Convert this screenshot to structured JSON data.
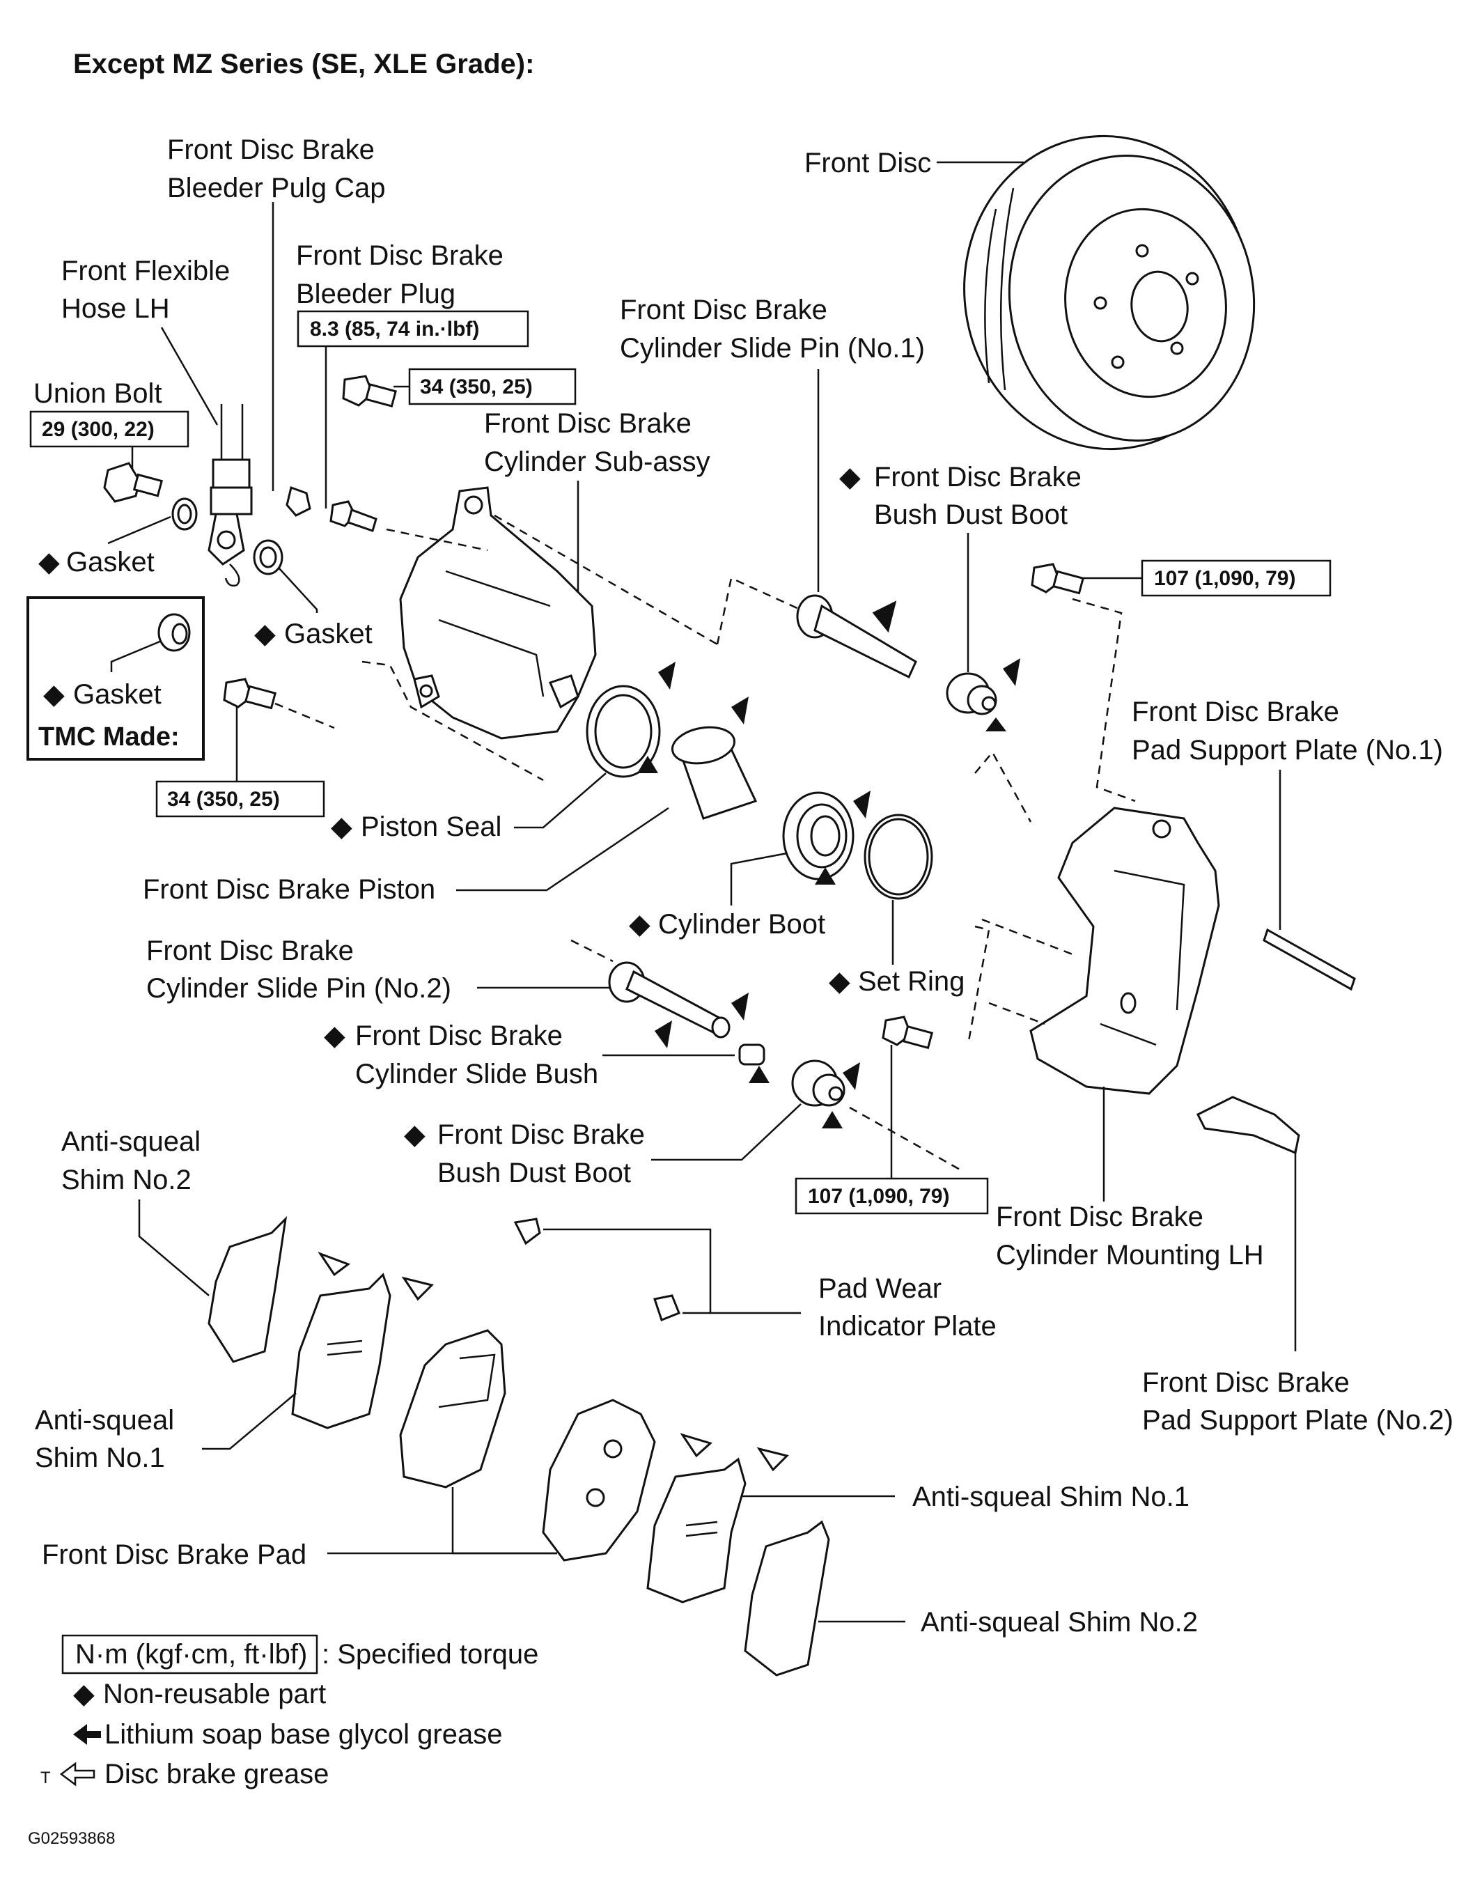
{
  "title": "Except MZ Series (SE, XLE Grade):",
  "figure_id": "G02593868",
  "labels": {
    "bleeder_cap": [
      "Front Disc Brake",
      "Bleeder Pulg Cap"
    ],
    "flex_hose": [
      "Front Flexible",
      "Hose LH"
    ],
    "bleeder_plug": [
      "Front Disc Brake",
      "Bleeder Plug"
    ],
    "union_bolt": "Union Bolt",
    "gasket_1": "Gasket",
    "gasket_2": "Gasket",
    "gasket_tmc": "Gasket",
    "tmc_made": "TMC Made:",
    "cylinder_sub": [
      "Front Disc Brake",
      "Cylinder Sub-assy"
    ],
    "front_disc": "Front Disc",
    "slide_pin_1": [
      "Front Disc Brake",
      "Cylinder Slide Pin (No.1)"
    ],
    "bush_boot_1": [
      "Front Disc Brake",
      "Bush Dust Boot"
    ],
    "pad_support_1": [
      "Front Disc Brake",
      "Pad Support Plate (No.1)"
    ],
    "piston_seal": "Piston Seal",
    "piston": "Front Disc Brake Piston",
    "cylinder_boot": "Cylinder Boot",
    "slide_pin_2": [
      "Front Disc Brake",
      "Cylinder Slide Pin (No.2)"
    ],
    "set_ring": "Set Ring",
    "slide_bush": [
      "Front Disc Brake",
      "Cylinder Slide Bush"
    ],
    "bush_boot_2": [
      "Front Disc Brake",
      "Bush Dust Boot"
    ],
    "mounting": [
      "Front Disc Brake",
      "Cylinder Mounting LH"
    ],
    "shim2_left": [
      "Anti-squeal",
      "Shim No.2"
    ],
    "shim1_left": [
      "Anti-squeal",
      "Shim No.1"
    ],
    "pad_wear": [
      "Pad Wear",
      "Indicator Plate"
    ],
    "pad_support_2": [
      "Front Disc Brake",
      "Pad Support Plate (No.2)"
    ],
    "shim1_right": "Anti-squeal Shim No.1",
    "brake_pad": "Front Disc Brake Pad",
    "shim2_right": "Anti-squeal Shim No.2"
  },
  "torques": {
    "bleeder_plug": "8.3 (85, 74 in.·lbf)",
    "union_bolt": "29 (300, 22)",
    "bolt_top": "34 (350, 25)",
    "bolt_left": "34 (350, 25)",
    "mount_top": "107 (1,090, 79)",
    "mount_bottom": "107 (1,090, 79)"
  },
  "legend": {
    "torque_unit": "N·m (kgf·cm, ft·lbf)",
    "torque_desc": ": Specified torque",
    "nonreusable": "Non-reusable part",
    "lithium": "Lithium soap base glycol grease",
    "t_mark": "T",
    "disc_grease": "Disc brake grease"
  },
  "symbols": {
    "diamond": "◆"
  }
}
